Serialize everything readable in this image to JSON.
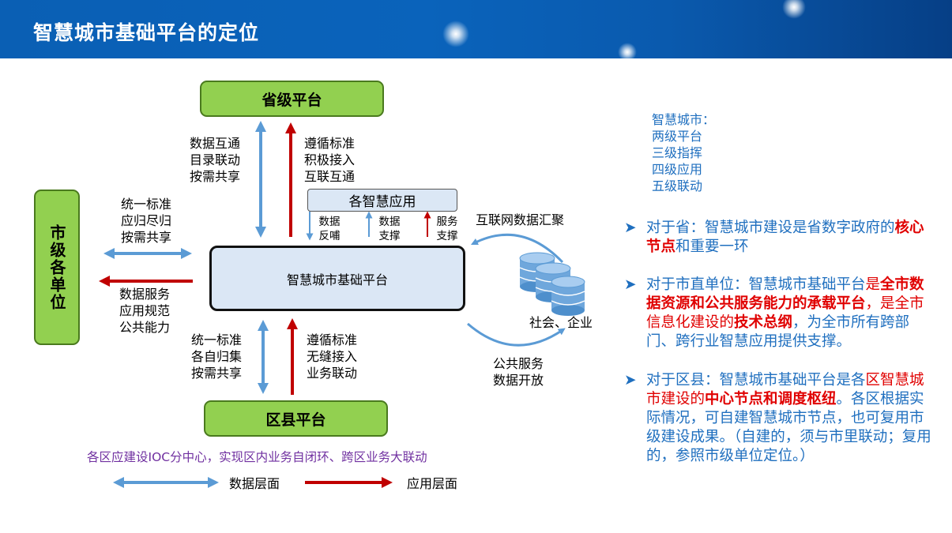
{
  "header": {
    "title": "智慧城市基础平台的定位"
  },
  "nodes": {
    "province": "省级平台",
    "city_units": "市级各单位",
    "core": "智慧城市基础平台",
    "apps": "各智慧应用",
    "district": "区县平台",
    "society": "社会、企业"
  },
  "labels": {
    "top_left": [
      "数据互通",
      "目录联动",
      "按需共享"
    ],
    "top_right": [
      "遵循标准",
      "积极接入",
      "互联互通"
    ],
    "left_upper": [
      "统一标准",
      "应归尽归",
      "按需共享"
    ],
    "left_lower": [
      "数据服务",
      "应用规范",
      "公共能力"
    ],
    "bottom_left": [
      "统一标准",
      "各自归集",
      "按需共享"
    ],
    "bottom_right": [
      "遵循标准",
      "无缝接入",
      "业务联动"
    ],
    "apps_feedback": [
      "数据",
      "反哺"
    ],
    "apps_support": [
      "数据",
      "支撑"
    ],
    "apps_service": [
      "服务",
      "支撑"
    ],
    "internet_data": "互联网数据汇聚",
    "public_service": [
      "公共服务",
      "数据开放"
    ]
  },
  "ioc_note": "各区应建设IOC分中心，实现区内业务自闭环、跨区业务大联动",
  "legend": {
    "data_layer": "数据层面",
    "app_layer": "应用层面"
  },
  "side_note": {
    "title": "智慧城市：",
    "lines": [
      "两级平台",
      "三级指挥",
      "四级应用",
      "五级联动"
    ]
  },
  "bullets": {
    "province": {
      "a": "对于省：智慧城市建设是省数字政府的",
      "b": "核心节点",
      "c": "和重要一环"
    },
    "city": {
      "a": "对于市直单位：智慧城市基础平台",
      "b": "是",
      "c": "全市数据资源和公共服务能力的承载平台",
      "d": "，",
      "e": "是全市信息化建设的",
      "f": "技术总纲",
      "g": "，为全市所有跨部门、跨行业智慧应用提供支撑。"
    },
    "district": {
      "a": "对于区县：智慧城市基础平台是各",
      "b": "区智慧城市建设的",
      "c": "中心节点和调度枢纽",
      "d": "。各区根据实际情况，可自建智慧城市节点，也可复用市级建设成果。（自建的，须与市里联动；复用的，参照市级单位定位。）"
    }
  },
  "colors": {
    "header_blue": "#0a5fb4",
    "green": "#92d050",
    "arrow_blue": "#5b9bd5",
    "arrow_red": "#c00000",
    "text_blue": "#1f6fbf",
    "highlight_red": "#e00000",
    "ioc_purple": "#7030a0"
  }
}
